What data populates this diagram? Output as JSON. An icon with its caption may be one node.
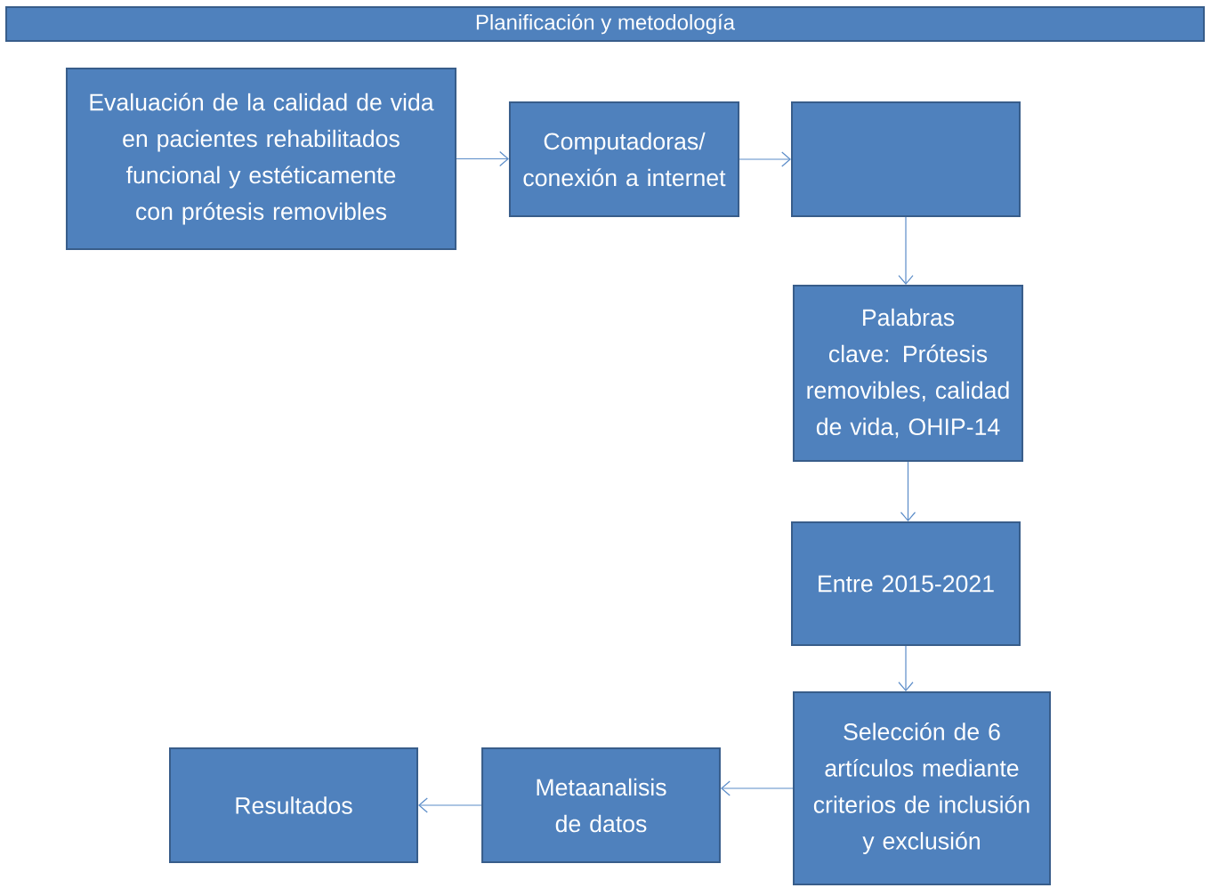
{
  "diagram": {
    "title": "Planificación y metodología",
    "nodes": [
      {
        "text": [
          "Evaluación de la calidad de vida en pacientes rehabilitados funcional y estéticamente con prótesis removibles"
        ]
      },
      {
        "text": [
          "Computadoras/ conexión a internet"
        ]
      },
      {
        "text": [],
        "shape": "box"
      },
      {
        "text": [
          "Palabras clave: Prótesis removibles, calidad de vida, OHIP-14"
        ]
      },
      {
        "text": [
          "Entre 2015-2021"
        ]
      },
      {
        "text": [
          "Selección de 6 artículos mediante criterios de inclusión y exclusión"
        ]
      },
      {
        "text": [
          "Metaanalisis de datos"
        ]
      },
      {
        "text": [
          "Resultados"
        ]
      }
    ],
    "edges": [
      {
        "from": 0,
        "to": 1,
        "arrow": "to"
      },
      {
        "from": 1,
        "to": 2,
        "arrow": "to"
      },
      {
        "from": 2,
        "to": 3,
        "arrow": "to"
      },
      {
        "from": 3,
        "to": 4,
        "arrow": "to"
      },
      {
        "from": 4,
        "to": 5,
        "arrow": "to"
      },
      {
        "from": 5,
        "to": 6,
        "arrow": "to"
      },
      {
        "from": 6,
        "to": 7,
        "arrow": "to"
      }
    ]
  }
}
